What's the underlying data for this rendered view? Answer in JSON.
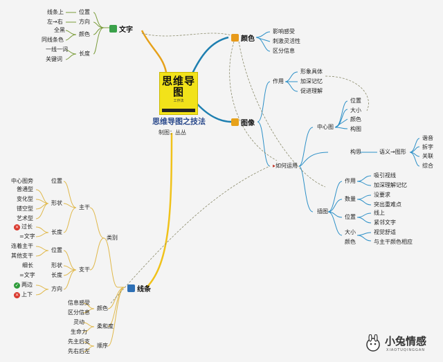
{
  "center": {
    "book_title": "思维导图",
    "book_subtitle": "工作法",
    "title": "思维导图之技法",
    "author": "制图：丛丛"
  },
  "branches": {
    "text": {
      "label": "文字",
      "items": [
        "位置",
        "方向",
        "颜色",
        "长度"
      ],
      "sub": [
        "线条上",
        "左→右",
        "全黑",
        "同线条色",
        "一线一词",
        "关键词"
      ]
    },
    "color": {
      "label": "颜色",
      "items": [
        "影响感受",
        "刺激灵活性",
        "区分信息"
      ]
    },
    "image": {
      "label": "图像",
      "items": [
        "作用",
        "如何运用"
      ],
      "function": [
        "形象具体",
        "加深记忆",
        "促进理解"
      ],
      "use": [
        "中心图",
        "插图"
      ],
      "center": [
        "位置",
        "大小",
        "颜色",
        "构图",
        "构思"
      ],
      "concept": {
        "label": "语义→图形",
        "items": [
          "谐音",
          "拆字",
          "关联",
          "综合"
        ]
      },
      "illus": [
        "作用",
        "数量",
        "位置",
        "大小",
        "颜色"
      ],
      "illus_sub": [
        "吸引视线",
        "加深理解记忆",
        "没要求",
        "突出重难点",
        "线上",
        "紧邻文字",
        "视觉舒适",
        "与主干颜色相应"
      ]
    },
    "line": {
      "label": "线条",
      "items": [
        "类别",
        "颜色",
        "柔和度",
        "顺序"
      ],
      "cat": [
        "主干",
        "支干"
      ],
      "trunk": [
        "位置",
        "形状",
        "长度"
      ],
      "trunk_sub": [
        "中心图旁",
        "普通型",
        "变化型",
        "镂空型",
        "艺术型",
        "过长",
        "=文字"
      ],
      "branch": [
        "位置",
        "形状",
        "长度",
        "方向"
      ],
      "branch_sub": [
        "连着主干",
        "其他支干",
        "细长",
        "=文字",
        "两边",
        "上下"
      ],
      "color_sub": [
        "信息感受",
        "区分信息"
      ],
      "soft_sub": [
        "灵动",
        "生命力"
      ],
      "order_sub": [
        "先主后支",
        "先右后左"
      ]
    }
  },
  "watermark": {
    "name": "小兔情感",
    "site": "XIAOTUQINGGAN"
  },
  "colors": {
    "text_branch": "#e6a11a",
    "color_branch": "#1e7fb0",
    "image_branch": "#1e7fb0",
    "line_branch": "#f0c21a",
    "center_title": "#2b4a8c"
  }
}
